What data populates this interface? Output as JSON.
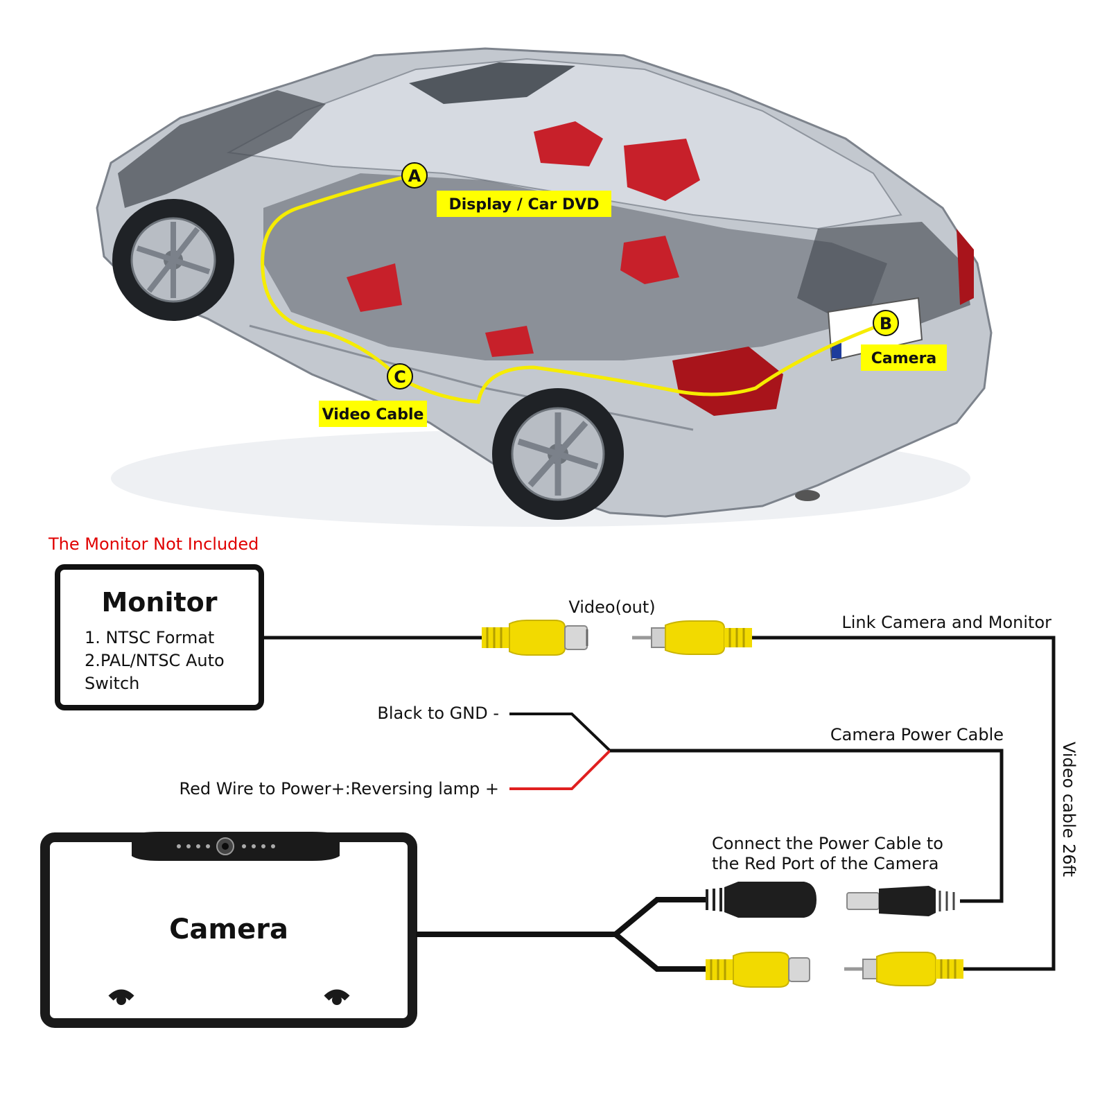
{
  "colors": {
    "cable_route": "#f6ec00",
    "tag_bg": "#ffff00",
    "note_red": "#e00000",
    "wire_black": "#111111",
    "wire_red": "#e02020",
    "connector_yellow": "#f2da00",
    "car_body": "#b9bec6"
  },
  "car_points": {
    "a": {
      "letter": "A",
      "label": "Display / Car DVD"
    },
    "b": {
      "letter": "B",
      "label": "Camera"
    },
    "c": {
      "letter": "C",
      "label": "Video Cable"
    }
  },
  "note": "The Monitor Not Included",
  "monitor": {
    "title": "Monitor",
    "line1": "1. NTSC Format",
    "line2": "2.PAL/NTSC Auto",
    "line3": "Switch"
  },
  "labels": {
    "video_out": "Video(out)",
    "link": "Link Camera and Monitor",
    "black_gnd": "Black to GND -",
    "power_cable": "Camera Power Cable",
    "red_wire": "Red Wire to Power+:Reversing lamp +",
    "connect_line1": "Connect the Power Cable to",
    "connect_line2": "the Red Port of the Camera",
    "video_cable_26": "Video cable 26ft"
  },
  "camera_unit": {
    "label": "Camera"
  },
  "icons": [
    "rca-connector-icon",
    "dc-power-connector-icon",
    "license-plate-camera-icon",
    "car-illustration-icon"
  ]
}
